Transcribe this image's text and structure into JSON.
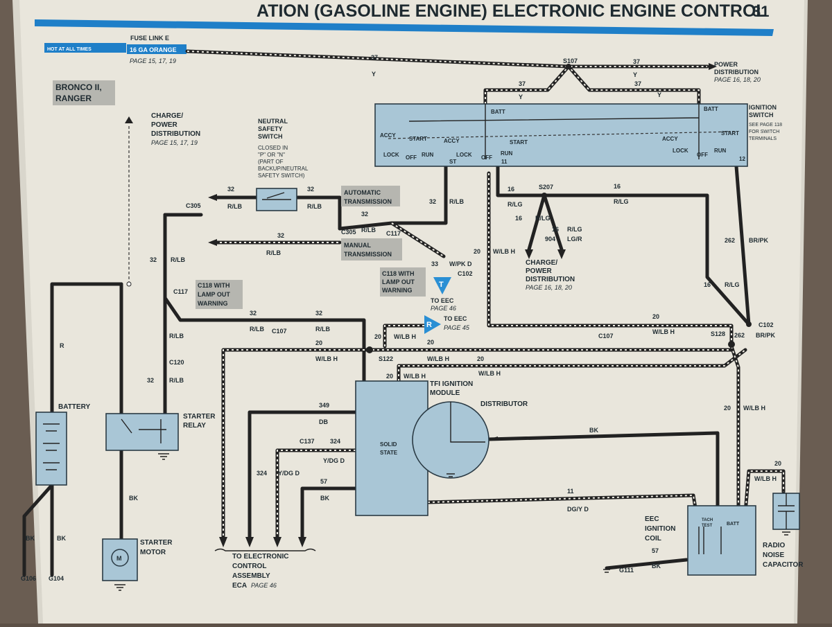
{
  "header": {
    "title": "ATION (GASOLINE ENGINE) ELECTRONIC ENGINE CONTROL",
    "page_number": "31"
  },
  "fuse": {
    "badge": "HOT AT ALL TIMES",
    "name": "FUSE LINK E",
    "gauge": "16 GA ORANGE",
    "pages": "PAGE 15, 17, 19"
  },
  "vehicle": {
    "line1": "BRONCO II,",
    "line2": "RANGER"
  },
  "refs": {
    "charge_left": [
      "CHARGE/",
      "POWER",
      "DISTRIBUTION"
    ],
    "charge_left_pages": "PAGE 15, 17, 19",
    "power_dist": "POWER",
    "power_dist2": "DISTRIBUTION",
    "power_dist_pages": "PAGE 16, 18, 20",
    "charge_mid": [
      "CHARGE/",
      "POWER",
      "DISTRIBUTION"
    ],
    "charge_mid_pages": "PAGE 16, 18, 20",
    "to_eec_t": "TO EEC",
    "to_eec_t_page": "PAGE 46",
    "to_eec_r": "TO EEC",
    "to_eec_r_page": "PAGE 45",
    "eca": [
      "TO ELECTRONIC",
      "CONTROL",
      "ASSEMBLY"
    ],
    "eca_last": "ECA",
    "eca_page": "PAGE 46"
  },
  "ignition": {
    "title": "IGNITION",
    "title2": "SWITCH",
    "note": [
      "SEE PAGE 118",
      "FOR SWITCH",
      "TERMINALS"
    ],
    "batt": "BATT",
    "accy": "ACCY",
    "start": "START",
    "lock": "LOCK",
    "off": "OFF",
    "run": "RUN",
    "st": "ST",
    "t11": "11",
    "t12": "12"
  },
  "neutral": {
    "title": [
      "NEUTRAL",
      "SAFETY",
      "SWITCH"
    ],
    "note": [
      "CLOSED IN",
      "\"P\" OR \"N\"",
      "(PART OF",
      "BACKUP/NEUTRAL",
      "SAFETY SWITCH)"
    ]
  },
  "labels": {
    "auto_trans": [
      "AUTOMATIC",
      "TRANSMISSION"
    ],
    "manual_trans": [
      "MANUAL",
      "TRANSMISSION"
    ],
    "c118_lamp": [
      "C118 WITH",
      "LAMP OUT",
      "WARNING"
    ],
    "c118_lamp_left": [
      "C118 WITH",
      "LAMP OUT",
      "WARNING"
    ]
  },
  "connectors": {
    "c305": "C305",
    "c305b": "C305",
    "c117": "C117",
    "c117b": "C117",
    "c102": "C102",
    "c102b": "C102",
    "c107": "C107",
    "c107b": "C107",
    "c120": "C120",
    "c137": "C137",
    "s107": "S107",
    "s207": "S207",
    "s122": "S122",
    "s128": "S128"
  },
  "wires": {
    "n37": "37",
    "y": "Y",
    "n32": "32",
    "rlb": "R/LB",
    "n16": "16",
    "rlg": "R/LG",
    "n904": "904",
    "lgr": "LG/R",
    "n262": "262",
    "brpk": "BR/PK",
    "n20": "20",
    "wlbh": "W/LB H",
    "n33": "33",
    "wpkd": "W/PK D",
    "n349": "349",
    "db": "DB",
    "n324": "324",
    "ydgd": "Y/DG D",
    "n57": "57",
    "bk": "BK",
    "n11": "11",
    "dgyd": "DG/Y D",
    "r": "R"
  },
  "components": {
    "battery": "BATTERY",
    "starter_relay": [
      "STARTER",
      "RELAY"
    ],
    "starter_motor": [
      "STARTER",
      "MOTOR"
    ],
    "motor_m": "M",
    "tfi": [
      "TFI IGNITION",
      "MODULE"
    ],
    "solid_state": [
      "SOLID",
      "STATE"
    ],
    "distributor": "DISTRIBUTOR",
    "eec_coil": [
      "EEC",
      "IGNITION",
      "COIL"
    ],
    "tach_test": [
      "TACH",
      "TEST"
    ],
    "coil_batt": "BATT",
    "radio_cap": [
      "RADIO",
      "NOISE",
      "CAPACITOR"
    ],
    "g106": "G106",
    "g104": "G104",
    "g111": "G111"
  },
  "markers": {
    "t": "T",
    "r": "R"
  },
  "colors": {
    "paper": "#e9e6dc",
    "component": "#a9c6d6",
    "wire": "#222222",
    "banner": "#1f7fc8"
  }
}
